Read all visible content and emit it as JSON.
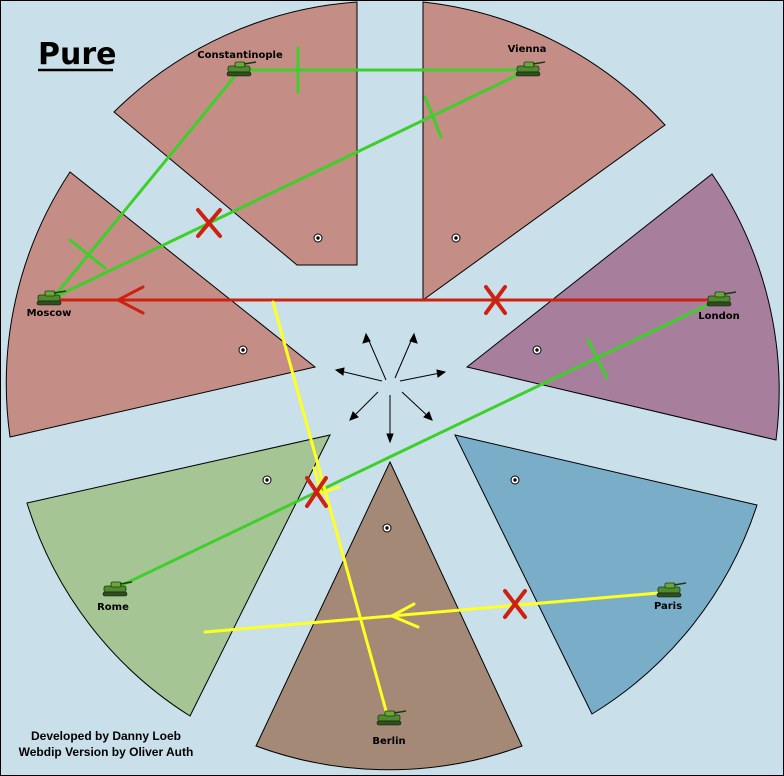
{
  "title": "Pure",
  "credits": {
    "line1": "Developed by Danny Loeb",
    "line2": "Webdip Version by Oliver Auth"
  },
  "colors": {
    "sea": "#c9e0ea",
    "outline": "#000000",
    "russia": "#c48e86",
    "austria": "#c48e86",
    "turkey": "#c48e86",
    "england": "#a77f9d",
    "france": "#7aaec8",
    "germany": "#a38976",
    "italy": "#a6c595",
    "order_green": "#3fcf2a",
    "order_red": "#cc2211",
    "order_yellow": "#ffff22"
  },
  "territories": [
    {
      "id": "constantinople",
      "name": "Constantinople",
      "unit": "army",
      "unit_icon": "tank-icon"
    },
    {
      "id": "vienna",
      "name": "Vienna",
      "unit": "army",
      "unit_icon": "tank-icon"
    },
    {
      "id": "london",
      "name": "London",
      "unit": "army",
      "unit_icon": "tank-icon"
    },
    {
      "id": "paris",
      "name": "Paris",
      "unit": "army",
      "unit_icon": "tank-icon"
    },
    {
      "id": "berlin",
      "name": "Berlin",
      "unit": "army",
      "unit_icon": "tank-icon"
    },
    {
      "id": "rome",
      "name": "Rome",
      "unit": "army",
      "unit_icon": "tank-icon"
    },
    {
      "id": "moscow",
      "name": "Moscow",
      "unit": "army",
      "unit_icon": "tank-icon"
    }
  ],
  "orders": [
    {
      "type": "support",
      "color": "green",
      "from": "Constantinople",
      "to": "Vienna"
    },
    {
      "type": "support",
      "color": "green",
      "from": "Constantinople",
      "to": "Moscow"
    },
    {
      "type": "support",
      "color": "green",
      "from": "Vienna",
      "to": "Moscow",
      "failed": true
    },
    {
      "type": "move",
      "color": "red",
      "from": "London",
      "to": "Moscow",
      "failed": true
    },
    {
      "type": "support",
      "color": "green",
      "from": "London",
      "to": "Rome",
      "failed": true
    },
    {
      "type": "support",
      "color": "yellow",
      "from": "Berlin",
      "to": "Moscow"
    },
    {
      "type": "move",
      "color": "yellow",
      "from": "Paris",
      "to": "Rome",
      "failed": true
    }
  ],
  "compass_icon": "compass-arrows-icon"
}
